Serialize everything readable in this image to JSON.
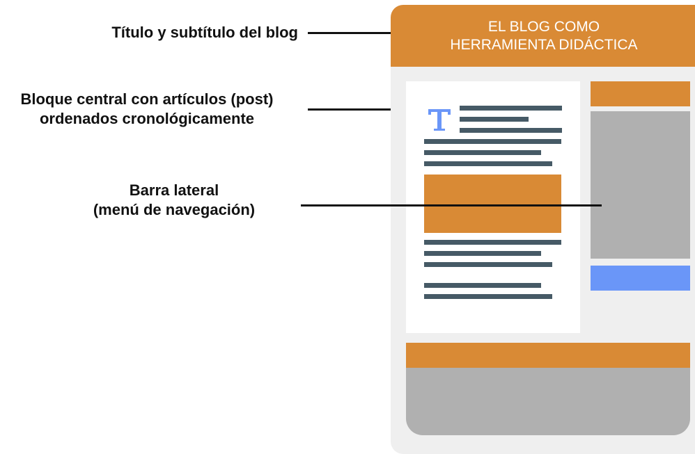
{
  "colors": {
    "accent_orange": "#d98a35",
    "accent_blue": "#6a96f8",
    "text_line": "#465a66",
    "gray_block": "#b0b0b0",
    "mock_bg": "#efefef"
  },
  "callouts": {
    "title": "Título y subtítulo del blog",
    "posts_line1": "Bloque central con artículos (post)",
    "posts_line2": "ordenados cronológicamente",
    "sidebar_line1": "Barra lateral",
    "sidebar_line2": "(menú de navegación)"
  },
  "blog": {
    "header_line1": "EL BLOG COMO",
    "header_line2": "HERRAMIENTA DIDÁCTICA",
    "article_icon": "text-t-icon"
  }
}
